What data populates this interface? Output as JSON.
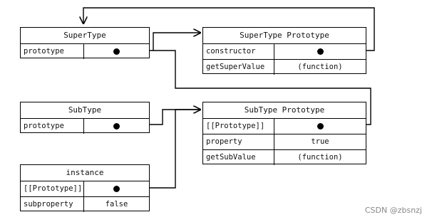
{
  "boxes": {
    "super_type": {
      "title": "SuperType",
      "rows": [
        {
          "key": "prototype",
          "value": ""
        }
      ]
    },
    "super_type_prototype": {
      "title": "SuperType Prototype",
      "rows": [
        {
          "key": "constructor",
          "value": ""
        },
        {
          "key": "getSuperValue",
          "value": "(function)"
        }
      ]
    },
    "sub_type": {
      "title": "SubType",
      "rows": [
        {
          "key": "prototype",
          "value": ""
        }
      ]
    },
    "sub_type_prototype": {
      "title": "SubType Prototype",
      "rows": [
        {
          "key": "[[Prototype]]",
          "value": ""
        },
        {
          "key": "property",
          "value": "true"
        },
        {
          "key": "getSubValue",
          "value": "(function)"
        }
      ]
    },
    "instance": {
      "title": "instance",
      "rows": [
        {
          "key": "[[Prototype]]",
          "value": ""
        },
        {
          "key": "subproperty",
          "value": "false"
        }
      ]
    }
  },
  "watermark": "CSDN @zbsnzj"
}
